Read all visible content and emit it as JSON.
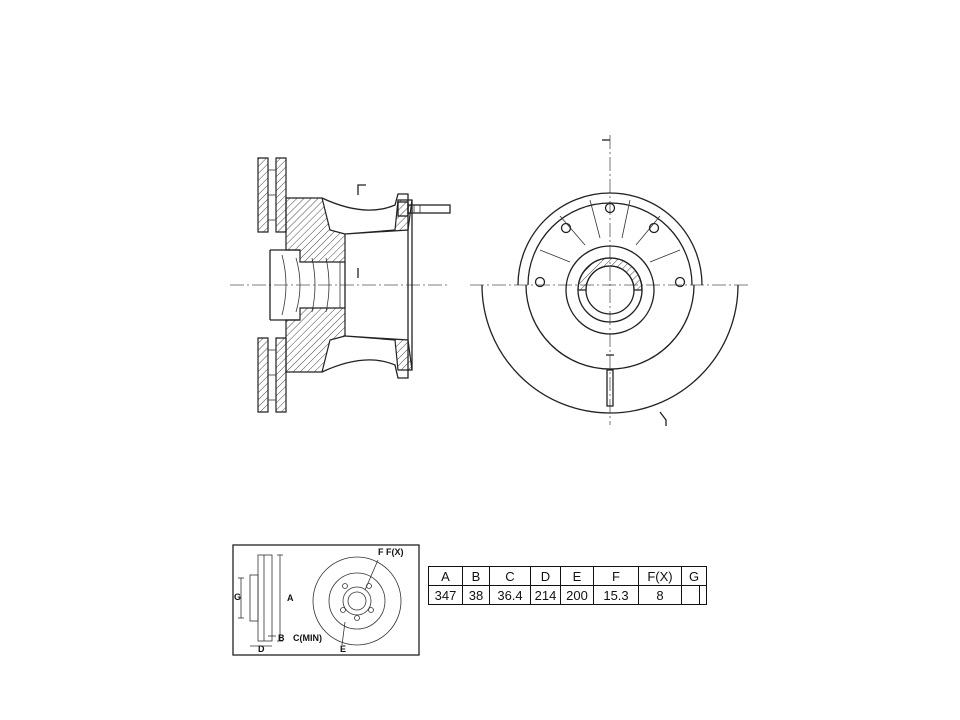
{
  "inset": {
    "labels": {
      "f_fx": "F F(X)",
      "g": "G",
      "a": "A",
      "b": "B",
      "c_min": "C(MIN)",
      "d": "D",
      "e": "E"
    }
  },
  "spec_table": {
    "headers": [
      "A",
      "B",
      "C",
      "D",
      "E",
      "F",
      "F(X)",
      "G"
    ],
    "values": [
      "347",
      "38",
      "36.4",
      "214",
      "200",
      "15.3",
      "8",
      ""
    ]
  },
  "colors": {
    "line": "#222222",
    "background": "#ffffff"
  }
}
